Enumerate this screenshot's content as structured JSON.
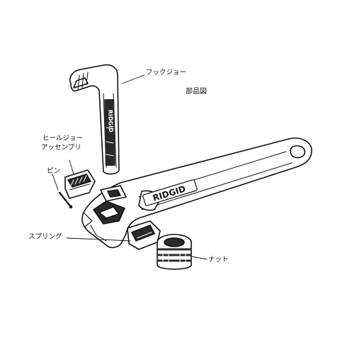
{
  "labels": {
    "hook_jaw": "フックジョー",
    "parts_diagram": "部品図",
    "heel_jaw_line1": "ヒールジョー",
    "heel_jaw_line2": "アッセンブリ",
    "pin": "ピン",
    "spring": "スプリング",
    "nut": "ナット"
  },
  "brand": {
    "handle_logo": "RIDGID",
    "hook_logo": "RIDGID"
  },
  "colors": {
    "line": "#111111",
    "fill": "#ffffff",
    "shade": "#2a2a2a"
  }
}
